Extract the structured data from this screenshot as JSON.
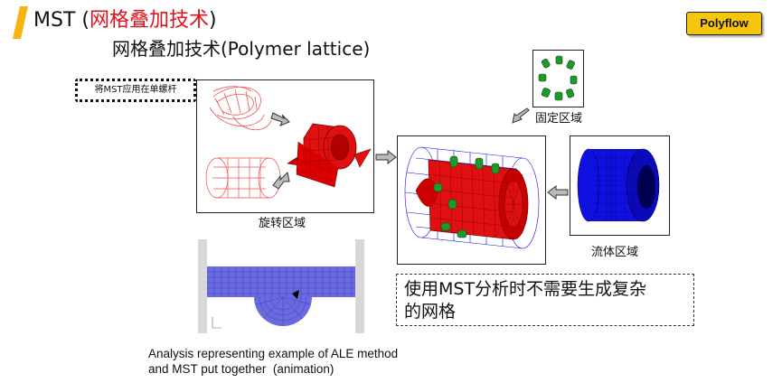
{
  "header": {
    "title_prefix": "MST (",
    "title_highlight": "网格叠加技术",
    "title_suffix": ")",
    "subtitle": "网格叠加技术(Polymer lattice)",
    "badge": "Polyflow"
  },
  "note": "将MST应用在单螺杆",
  "labels": {
    "rotating": "旋转区域",
    "fixed": "固定区域",
    "fluid": "流体区域"
  },
  "callout": {
    "line1": "使用MST分析时不需要生成复杂",
    "line2": "的网格"
  },
  "bottom_caption": {
    "line1": "Analysis representing example of ALE method",
    "line2": "and MST put together  (animation)"
  },
  "colors": {
    "title_red": "#e0141e",
    "badge": "#f6c60f",
    "mesh_red": "#e01010",
    "mesh_blue": "#1010e0",
    "mesh_green": "#1e9a2a",
    "fluid_mesh": "#7a7ae0"
  }
}
